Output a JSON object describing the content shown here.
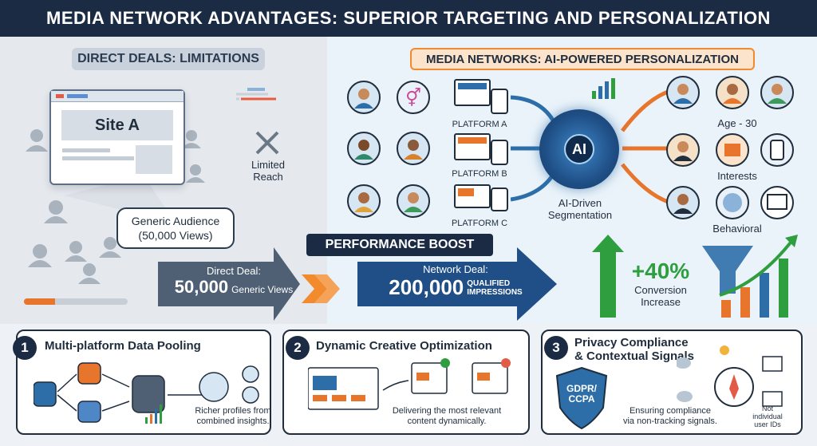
{
  "header": {
    "title": "MEDIA NETWORK ADVANTAGES: SUPERIOR TARGETING AND PERSONALIZATION"
  },
  "left": {
    "title": "DIRECT DEALS: LIMITATIONS",
    "site_label": "Site A",
    "limited_reach": "Limited\nReach",
    "bubble_line1": "Generic Audience",
    "bubble_line2": "(50,000 Views)"
  },
  "right": {
    "title": "MEDIA NETWORKS: AI-POWERED PERSONALIZATION",
    "platforms": [
      "PLATFORM A",
      "PLATFORM B",
      "PLATFORM C"
    ],
    "ai_label": "AI",
    "segmentation_line1": "AI-Driven",
    "segmentation_line2": "Segmentation",
    "segments": [
      "Age - 30",
      "Interests",
      "Behavioral"
    ]
  },
  "boost": {
    "title": "PERFORMANCE BOOST",
    "direct_label": "Direct Deal:",
    "direct_number": "50,000",
    "direct_suffix": "Generic Views",
    "network_label": "Network Deal:",
    "network_number": "200,000",
    "network_suffix1": "QUALIFIED",
    "network_suffix2": "IMPRESSIONS",
    "increase_value": "+40%",
    "increase_line1": "Conversion",
    "increase_line2": "Increase"
  },
  "cards": [
    {
      "num": "1",
      "title": "Multi-platform Data Pooling",
      "desc1": "Richer profiles from",
      "desc2": "combined insights."
    },
    {
      "num": "2",
      "title": "Dynamic Creative Optimization",
      "desc1": "Delivering the most relevant",
      "desc2": "content dynamically."
    },
    {
      "num": "3",
      "title1": "Privacy Compliance",
      "title2": "& Contextual Signals",
      "badge1": "GDPR/",
      "badge2": "CCPA",
      "desc1": "Ensuring compliance",
      "desc2": "via non-tracking signals.",
      "note1": "Not",
      "note2": "individual",
      "note3": "user IDs"
    }
  ],
  "colors": {
    "navy": "#1b2b44",
    "orange": "#f28a2e",
    "green": "#2e9e3f",
    "blue": "#2d6ea8"
  }
}
